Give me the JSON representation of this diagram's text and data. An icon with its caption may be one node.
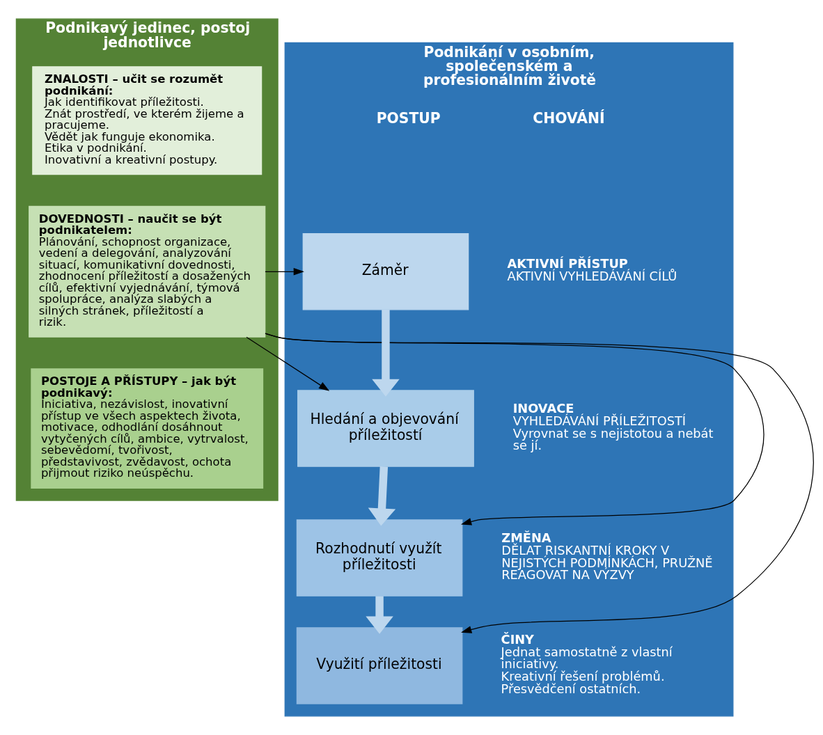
{
  "diagram": {
    "nodes": [
      {
        "text": [
          "Podnikavý jedinec, postoj jednotlivce"
        ]
      },
      {
        "text": [
          "ZNALOSTI – učit se rozumět podnikání:",
          "Jak identifikovat příležitosti.",
          "Znát prostředí, ve kterém žijeme a pracujeme.",
          "Vědět jak funguje ekonomika.",
          "Etika v podnikání.",
          "Inovativní a kreativní postupy."
        ],
        "in": 0
      },
      {
        "text": [
          "DOVEDNOSTI – naučit se být podnikatelem:",
          "Plánování, schopnost organizace, vedení a delegování, analyzování situací, komunikativní dovednosti, zhodnocení příležitostí a dosažených cílů, efektivní vyjednávání, týmová spolupráce, analýza slabých a silných stránek, příležitostí a rizik."
        ],
        "in": 0
      },
      {
        "text": [
          "POSTOJE A PŘÍSTUPY – jak být podnikavý:",
          "Iniciativa, nezávislost, inovativní přístup ve všech aspektech života, motivace, odhodlání dosáhnout vytyčených cílů, ambice, vytrvalost, sebevědomí, tvořivost, představivost, zvědavost, ochota přijmout riziko neúspěchu."
        ],
        "in": 0
      },
      {
        "text": [
          "Podnikání v osobním, společenském a profesionálním životě"
        ]
      },
      {
        "text": [
          "Záměr"
        ],
        "in": 4,
        "beside": [
          "AKTIVNÍ PŘÍSTUP",
          "AKTIVNÍ VYHLEDÁVÁNÍ CÍLŮ"
        ]
      },
      {
        "text": [
          "Hledání a objevování příležitostí"
        ],
        "in": 4,
        "beside": [
          "INOVACE",
          "VYHLEDÁVÁNÍ PŘÍLEŽITOSTÍ",
          "Vyrovnat se s nejistotou a nebát se jí."
        ]
      },
      {
        "text": [
          "Rozhodnutí využít příležitosti"
        ],
        "in": 4,
        "beside": [
          "ZMĚNA",
          "DĚLAT RISKANTNÍ KROKY V NEJISTÝCH PODMÍNKÁCH, PRUŽNĚ REAGOVAT NA VÝZVY"
        ]
      },
      {
        "text": [
          "Využití příležitosti"
        ],
        "in": 4,
        "beside": [
          "ČINY",
          "Jednat samostatně z vlastní iniciativy.",
          "Kreativní řešení problémů.",
          "Přesvědčení ostatních."
        ]
      }
    ],
    "edges": [
      {
        "from": 2,
        "to": 5,
        "arrow": "to"
      },
      {
        "from": 2,
        "to": 6,
        "arrow": "to"
      },
      {
        "from": 2,
        "to": 7,
        "arrow": "to"
      },
      {
        "from": 2,
        "to": 8,
        "arrow": "to"
      },
      {
        "from": 5,
        "to": 6,
        "arrow": "to",
        "style": "thick",
        "color": "#bdd7ee"
      },
      {
        "from": 6,
        "to": 7,
        "arrow": "to",
        "style": "thick",
        "color": "#bdd7ee"
      },
      {
        "from": 7,
        "to": 8,
        "arrow": "to",
        "style": "thick",
        "color": "#bdd7ee"
      }
    ],
    "labels": [
      "POSTUP",
      "CHOVÁNÍ"
    ]
  }
}
